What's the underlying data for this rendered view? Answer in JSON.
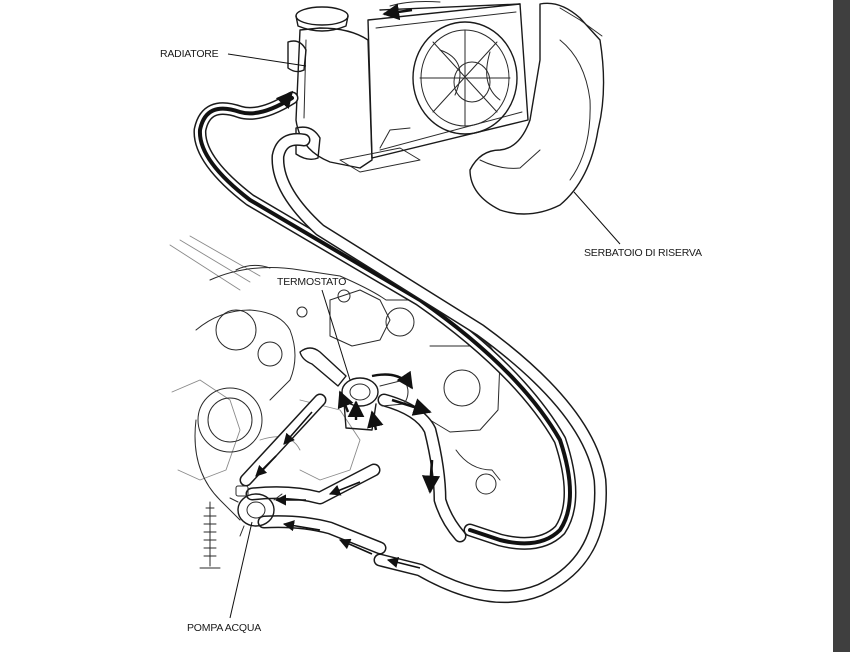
{
  "labels": {
    "radiator": "RADIATORE",
    "reserve_tank": "SERBATOIO DI RISERVA",
    "thermostat": "TERMOSTATO",
    "water_pump": "POMPA ACQUA"
  },
  "colors": {
    "background": "#ffffff",
    "line": "#1a1a1a",
    "scrollbar": "#3f3f3f"
  }
}
